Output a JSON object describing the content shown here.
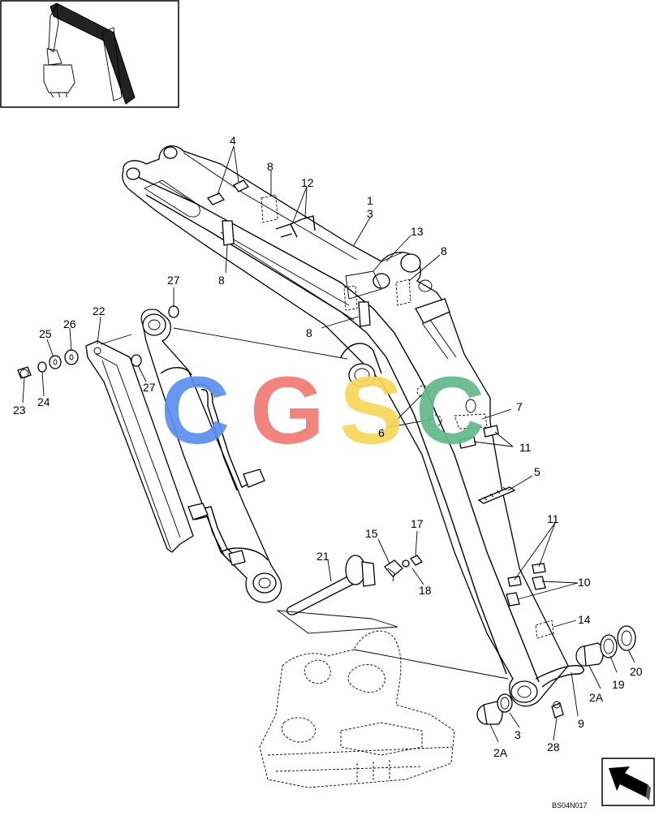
{
  "diagram": {
    "drawing_code": "BS04N017",
    "callouts": [
      {
        "id": "c1",
        "text": "1"
      },
      {
        "id": "c3a",
        "text": "3"
      },
      {
        "id": "c4",
        "text": "4"
      },
      {
        "id": "c5",
        "text": "5"
      },
      {
        "id": "c6",
        "text": "6"
      },
      {
        "id": "c7",
        "text": "7"
      },
      {
        "id": "c8a",
        "text": "8"
      },
      {
        "id": "c8b",
        "text": "8"
      },
      {
        "id": "c8c",
        "text": "8"
      },
      {
        "id": "c8d",
        "text": "8"
      },
      {
        "id": "c9",
        "text": "9"
      },
      {
        "id": "c10",
        "text": "10"
      },
      {
        "id": "c11a",
        "text": "11"
      },
      {
        "id": "c11b",
        "text": "11"
      },
      {
        "id": "c12",
        "text": "12"
      },
      {
        "id": "c13",
        "text": "13"
      },
      {
        "id": "c14",
        "text": "14"
      },
      {
        "id": "c15",
        "text": "15"
      },
      {
        "id": "c17",
        "text": "17"
      },
      {
        "id": "c18",
        "text": "18"
      },
      {
        "id": "c19",
        "text": "19"
      },
      {
        "id": "c20",
        "text": "20"
      },
      {
        "id": "c21",
        "text": "21"
      },
      {
        "id": "c22",
        "text": "22"
      },
      {
        "id": "c23",
        "text": "23"
      },
      {
        "id": "c24",
        "text": "24"
      },
      {
        "id": "c25",
        "text": "25"
      },
      {
        "id": "c26",
        "text": "26"
      },
      {
        "id": "c27a",
        "text": "27"
      },
      {
        "id": "c27b",
        "text": "27"
      },
      {
        "id": "c28",
        "text": "28"
      },
      {
        "id": "c2Aa",
        "text": "2A"
      },
      {
        "id": "c2Ab",
        "text": "2A"
      },
      {
        "id": "c3b",
        "text": "3"
      }
    ],
    "watermark": {
      "letters": [
        "C",
        "G",
        "S",
        "C"
      ],
      "colors": [
        "#5b8ff0",
        "#f27a72",
        "#f9d65a",
        "#62b98a"
      ]
    }
  }
}
